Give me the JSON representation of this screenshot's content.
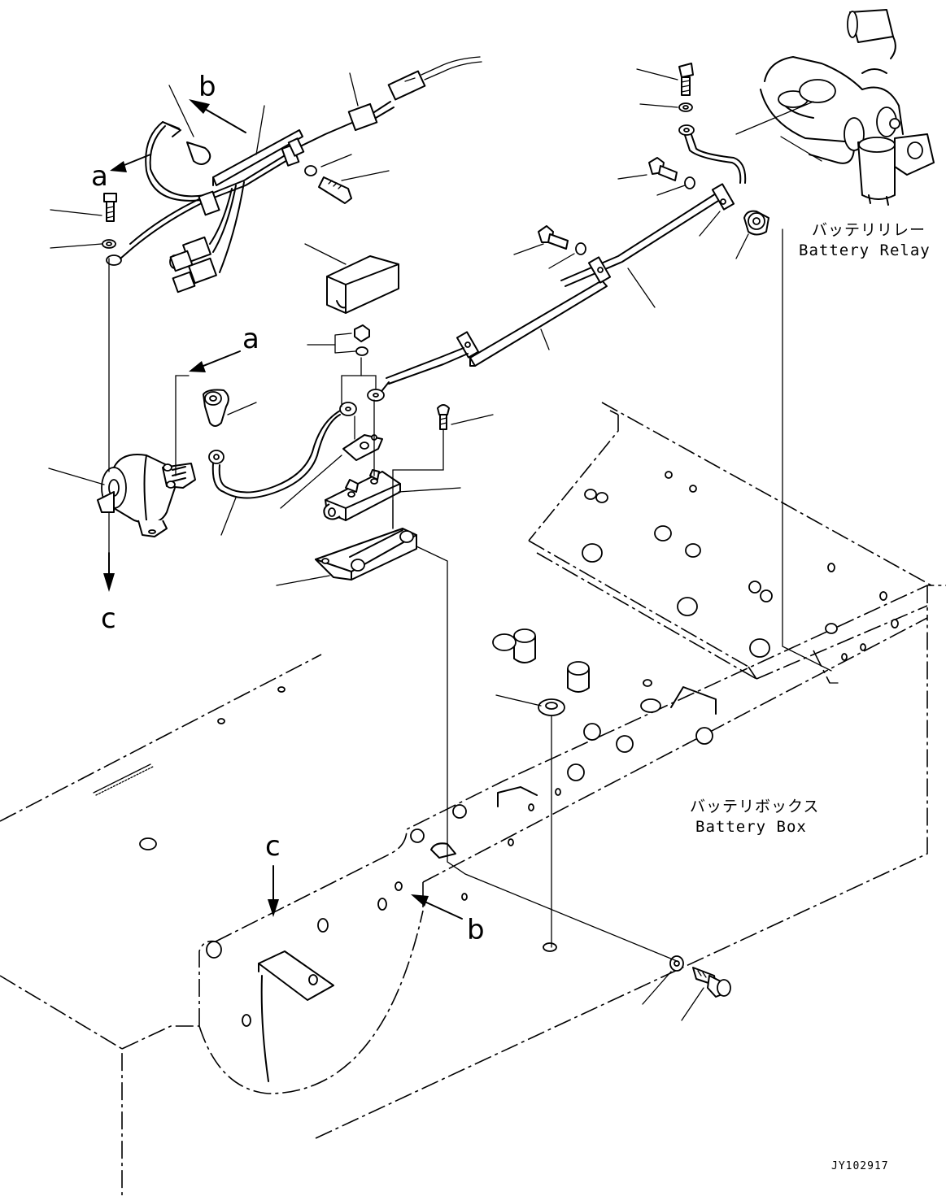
{
  "labels": {
    "a": "a",
    "b": "b",
    "c": "c"
  },
  "captions": {
    "battery_relay_jp": "バッテリリレー",
    "battery_relay_en": "Battery Relay",
    "battery_box_jp": "バッテリボックス",
    "battery_box_en": "Battery Box"
  },
  "drawing_code": "JY102917"
}
